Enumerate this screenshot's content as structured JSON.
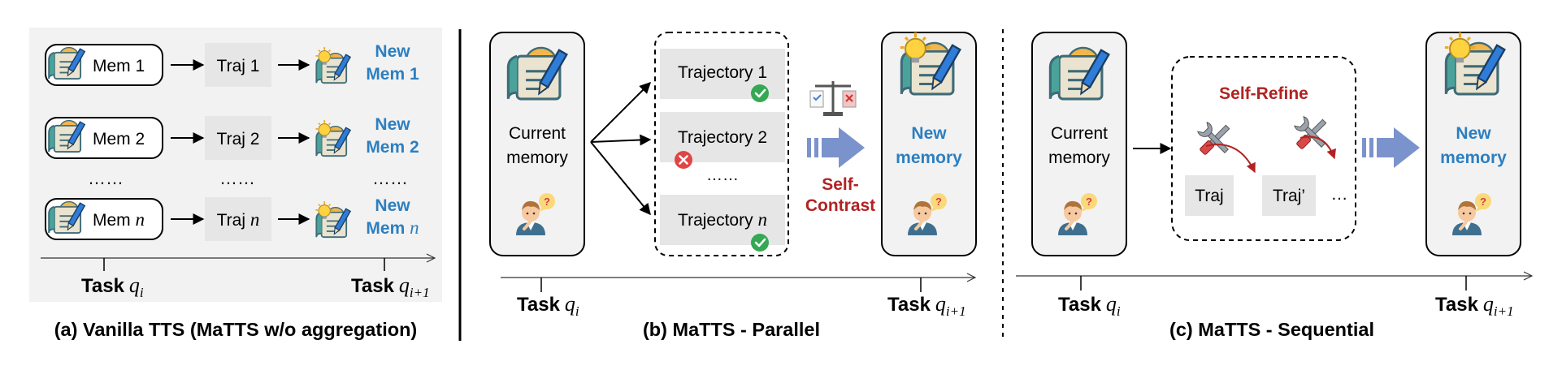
{
  "colors": {
    "panel_a_bg": "#f2f2f2",
    "node_fill": "#e6e6e6",
    "accent_blue": "#2c7fc0",
    "accent_red": "#b22222",
    "arrow_blue": "#7b93cc",
    "check_green": "#34a853",
    "cross_red": "#e04545"
  },
  "panel_a": {
    "caption": "(a) Vanilla TTS (MaTTS w/o aggregation)",
    "rows": [
      {
        "mem": "Mem 1",
        "traj": "Traj 1",
        "new_line1": "New",
        "new_line2": "Mem 1",
        "n_suffix": ""
      },
      {
        "mem": "Mem 2",
        "traj": "Traj 2",
        "new_line1": "New",
        "new_line2": "Mem 2",
        "n_suffix": ""
      },
      {
        "mem": "Mem ",
        "traj": "Traj ",
        "new_line1": "New",
        "new_line2": "Mem ",
        "n_suffix": "n"
      }
    ],
    "dots": "……",
    "task_left": "Task",
    "task_left_var": "q",
    "task_left_sub": "i",
    "task_right": "Task",
    "task_right_var": "q",
    "task_right_sub": "i+1"
  },
  "panel_b": {
    "caption": "(b) MaTTS - Parallel",
    "current_memory": [
      "Current",
      "memory"
    ],
    "trajectories": [
      "Trajectory 1",
      "Trajectory 2",
      "Trajectory "
    ],
    "traj_n": "n",
    "dots": "……",
    "self_contrast": [
      "Self-",
      "Contrast"
    ],
    "new_memory": [
      "New",
      "memory"
    ],
    "task_left": "Task",
    "task_left_var": "q",
    "task_left_sub": "i",
    "task_right": "Task",
    "task_right_var": "q",
    "task_right_sub": "i+1"
  },
  "panel_c": {
    "caption": "(c) MaTTS - Sequential",
    "current_memory": [
      "Current",
      "memory"
    ],
    "self_refine": "Self-Refine",
    "traj": "Traj",
    "traj_prime": "Traj’",
    "ellipsis": "…",
    "new_memory": [
      "New",
      "memory"
    ],
    "task_left": "Task",
    "task_left_var": "q",
    "task_left_sub": "i",
    "task_right": "Task",
    "task_right_var": "q",
    "task_right_sub": "i+1"
  },
  "icons": {
    "memory_book": "memory-book-icon",
    "memory_book_bulb": "memory-book-lightbulb-icon",
    "thinking_person": "thinking-person-icon",
    "scales": "balance-scale-icon",
    "tools": "wrench-screwdriver-icon",
    "check": "check-circle-icon",
    "cross": "cross-circle-icon"
  }
}
